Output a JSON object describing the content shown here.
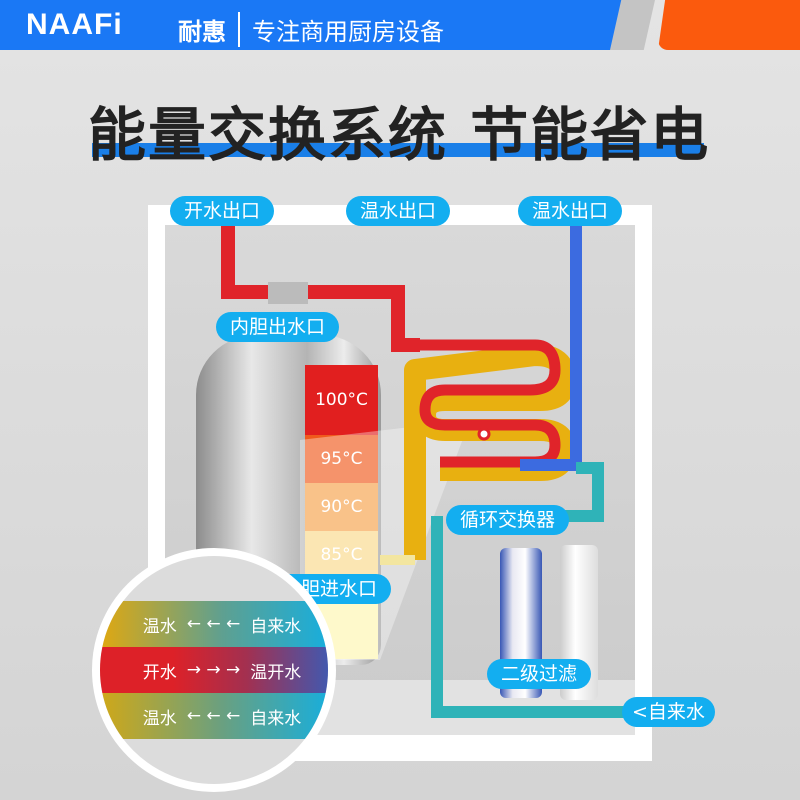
{
  "header": {
    "logo": "NAAFi",
    "brand_cn": "耐惠",
    "slogan": "专注商用厨房设备"
  },
  "title": "能量交换系统 节能省电",
  "labels": {
    "boiling_outlet": "开水出口",
    "warm_outlet_1": "温水出口",
    "warm_outlet_2": "温水出口",
    "tank_outlet": "内胆出水口",
    "exchanger": "循环交换器",
    "tank_inlet": "内胆进水口",
    "filter": "二级过滤",
    "tap_water": "<自来水"
  },
  "temperatures": [
    "100°C",
    "95°C",
    "90°C",
    "85°C"
  ],
  "magnifier": {
    "rows": [
      {
        "left": "温水",
        "arrows": "← ← ←",
        "right": "自来水"
      },
      {
        "left": "开水",
        "arrows": "→ → →",
        "right": "温开水"
      },
      {
        "left": "温水",
        "arrows": "← ← ←",
        "right": "自来水"
      }
    ]
  },
  "colors": {
    "blue": "#1a78f5",
    "orange": "#fb5a0d",
    "red": "#e0242a",
    "tag": "#13aef0",
    "teal": "#2fb3b8",
    "yellow": "#e8b010"
  }
}
